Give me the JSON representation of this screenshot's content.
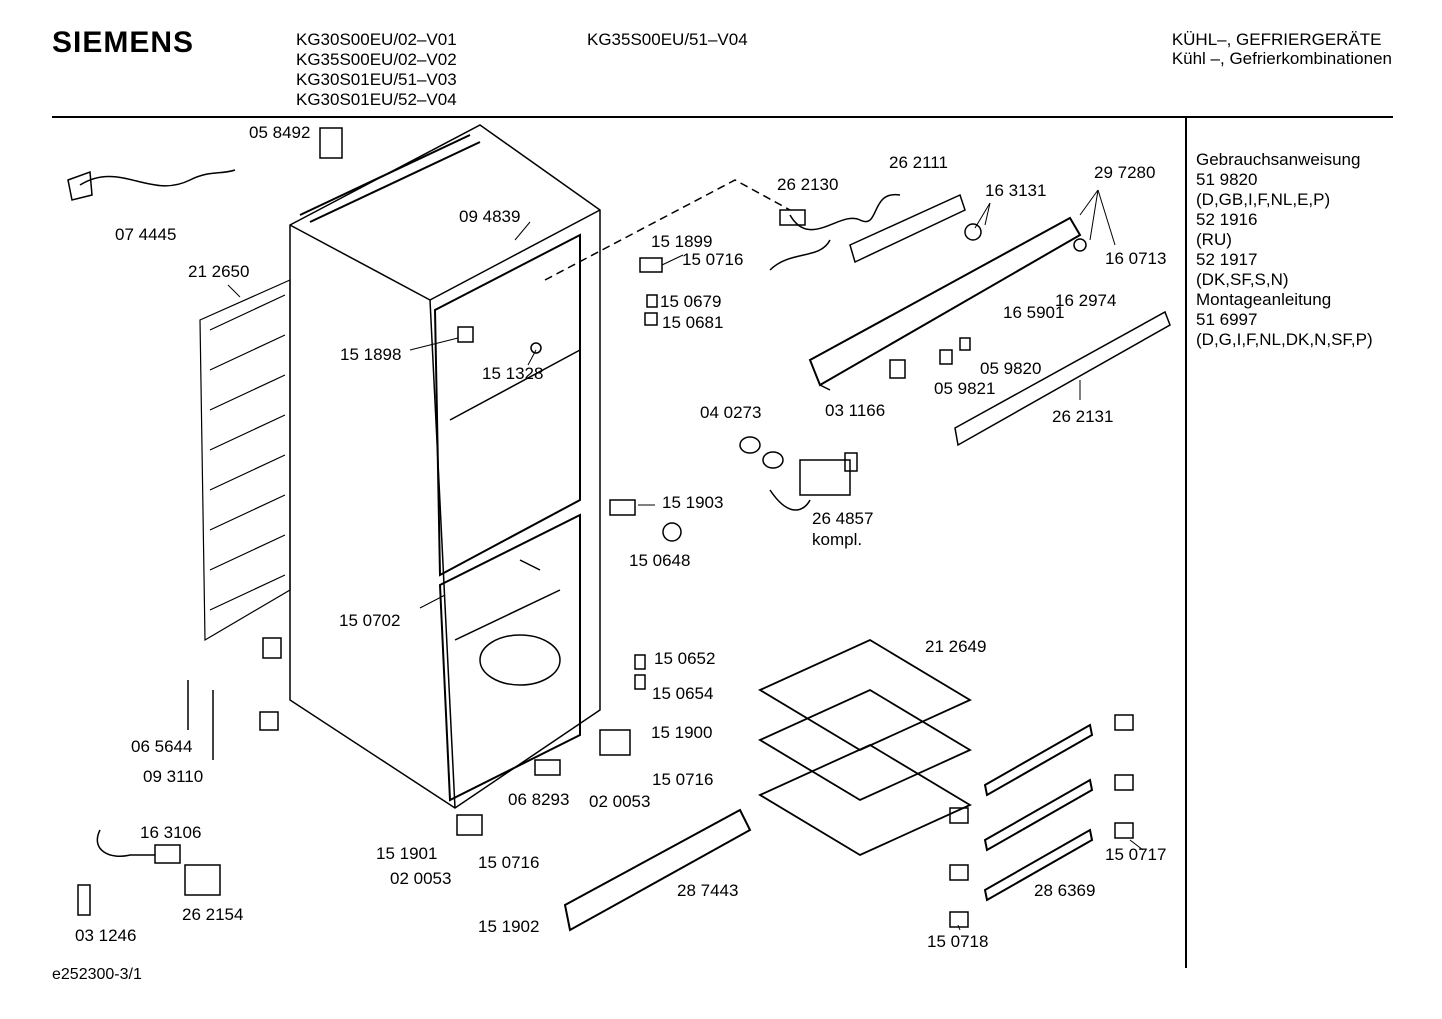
{
  "header": {
    "brand": "SIEMENS",
    "models_left": [
      "KG30S00EU/02–V01",
      "KG35S00EU/02–V02",
      "KG30S01EU/51–V03",
      "KG30S01EU/52–V04"
    ],
    "model_right": "KG35S00EU/51–V04",
    "category_line1": "KÜHL–, GEFRIERGERÄTE",
    "category_line2": "Kühl –, Gefrierkombinationen"
  },
  "sidebar": {
    "lines": [
      "Gebrauchsanweisung",
      "51 9820",
      "(D,GB,I,F,NL,E,P)",
      "52 1916",
      "(RU)",
      "52 1917",
      "(DK,SF,S,N)",
      "Montageanleitung",
      "51 6997",
      "(D,G,I,F,NL,DK,N,SF,P)"
    ]
  },
  "parts": {
    "p058492": "05 8492",
    "p074445": "07 4445",
    "p212650": "21 2650",
    "p094839": "09 4839",
    "p151898": "15 1898",
    "p151328": "15 1328",
    "p151899": "15 1899",
    "p150716a": "15 0716",
    "p150679": "15 0679",
    "p150681": "15 0681",
    "p262130": "26 2130",
    "p262111": "26 2111",
    "p163131": "16 3131",
    "p297280": "29 7280",
    "p160713": "16 0713",
    "p162974": "16 2974",
    "p165901": "16 5901",
    "p059820": "05 9820",
    "p059821": "05 9821",
    "p031166": "03 1166",
    "p262131": "26 2131",
    "p040273": "04 0273",
    "p264857": "26 4857",
    "kompl": "kompl.",
    "p151903": "15 1903",
    "p150648": "15 0648",
    "p150702": "15 0702",
    "p212649": "21 2649",
    "p150652": "15 0652",
    "p150654": "15 0654",
    "p151900": "15 1900",
    "p150716b": "15 0716",
    "p068293": "06 8293",
    "p020053a": "02 0053",
    "p065644": "06 5644",
    "p093110": "09 3110",
    "p163106": "16 3106",
    "p262154": "26 2154",
    "p031246": "03 1246",
    "p151901": "15 1901",
    "p150716c": "15 0716",
    "p020053b": "02 0053",
    "p151902": "15 1902",
    "p287443": "28 7443",
    "p286369": "28 6369",
    "p150717": "15 0717",
    "p150718": "15 0718"
  },
  "footer": {
    "code": "e252300-3/1"
  }
}
